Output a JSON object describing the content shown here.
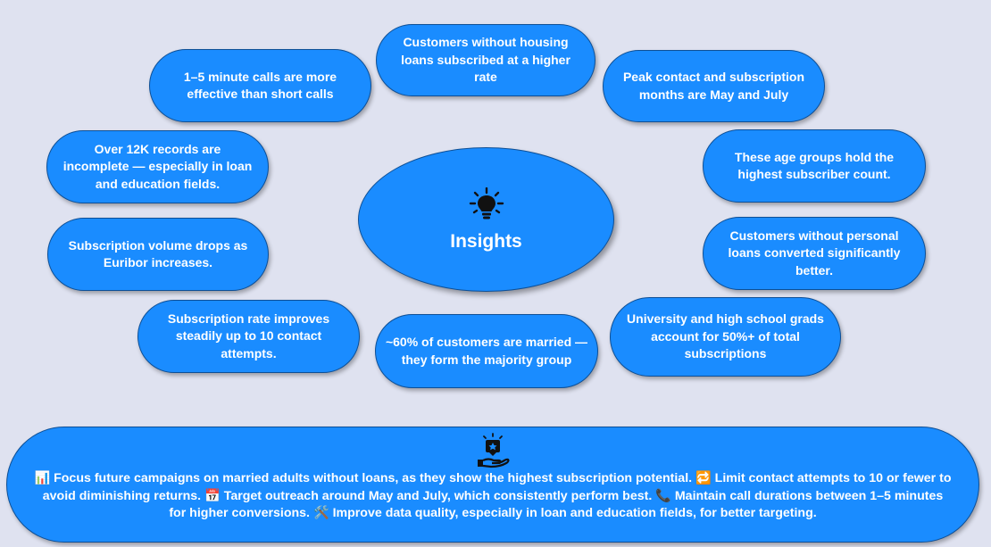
{
  "center": {
    "title": "Insights",
    "icon": "lightbulb-icon"
  },
  "insights": [
    "Customers without housing loans subscribed at a higher rate",
    "1–5 minute calls are more effective than short calls",
    "Peak contact and subscription months are May and July",
    "Over 12K records are incomplete — especially in loan and education fields.",
    "These age groups hold the highest subscriber count.",
    "Subscription volume drops as Euribor increases.",
    "Customers without personal loans converted significantly better.",
    "Subscription rate improves steadily up to 10 contact attempts.",
    "~60% of customers are married — they form the majority group",
    "University and high school grads account for 50%+ of total subscriptions"
  ],
  "recommendations": {
    "icon": "hand-holding-idea-icon",
    "items": [
      {
        "emoji": "📊",
        "text": "Focus future campaigns on married adults without loans, as they show the highest subscription potential."
      },
      {
        "emoji": "🔁",
        "text": "Limit contact attempts to 10 or fewer to avoid diminishing returns."
      },
      {
        "emoji": "📅",
        "text": "Target outreach around May and July, which consistently perform best."
      },
      {
        "emoji": "📞",
        "text": "Maintain call durations between 1–5 minutes for higher conversions."
      },
      {
        "emoji": "🛠️",
        "text": "Improve data quality, especially in loan and education fields, for better targeting."
      }
    ]
  },
  "colors": {
    "background": "#dfe2f0",
    "node": "#1a8cff",
    "node_border": "#0d4f96",
    "text": "#ffffff"
  }
}
